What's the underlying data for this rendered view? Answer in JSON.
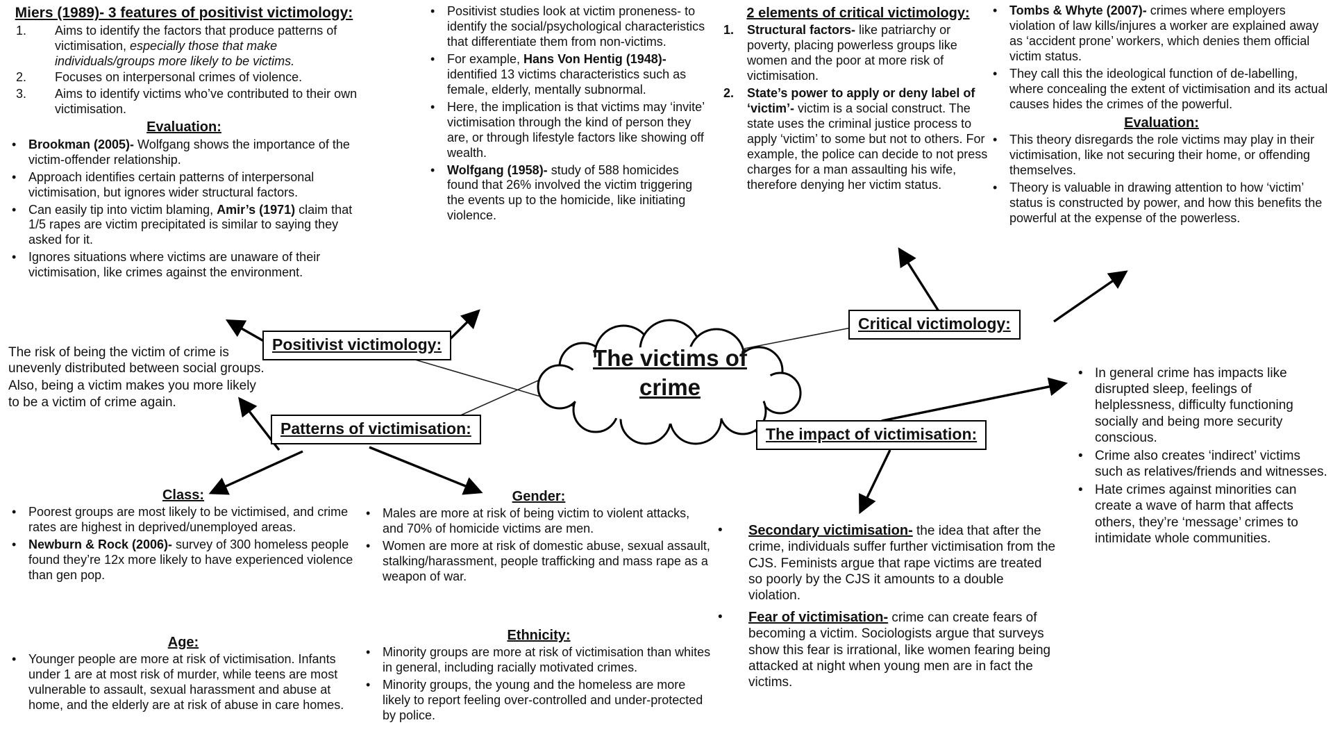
{
  "page": {
    "background": "#ffffff",
    "text_color": "#111111",
    "accent": "#000000"
  },
  "center": {
    "label_line1": "The victims of",
    "label_line2": "crime"
  },
  "nodes": {
    "positivist": {
      "label": "Positivist victimology:"
    },
    "patterns": {
      "label": "Patterns of victimisation:"
    },
    "critical": {
      "label": "Critical victimology:"
    },
    "impact": {
      "label": "The impact of victimisation:"
    }
  },
  "sections": {
    "miers": {
      "title": "Miers (1989)- 3 features of positivist victimology:",
      "items": [
        {
          "pre": "Aims to identify the factors that produce patterns of victimisation, ",
          "italic": "especially those that make individuals/groups more likely to be victims."
        },
        {
          "pre": "Focuses on interpersonal crimes of violence."
        },
        {
          "pre": "Aims to identify victims who’ve contributed to their own victimisation."
        }
      ],
      "evaluation_title": "Evaluation:",
      "evaluation": [
        {
          "bold": "Brookman (2005)-",
          "post": " Wolfgang shows the importance of the victim-offender relationship."
        },
        {
          "pre": "Approach identifies certain patterns of interpersonal victimisation, but ignores wider structural factors."
        },
        {
          "pre": "Can easily tip into victim blaming, ",
          "bold": "Amir’s (1971)",
          "post": " claim that 1/5 rapes are victim precipitated is similar to saying they asked for it."
        },
        {
          "pre": "Ignores situations where victims are unaware of their victimisation, like crimes against the environment."
        }
      ]
    },
    "studies": {
      "items": [
        {
          "pre": "Positivist studies look at victim proneness- to identify the social/psychological characteristics that differentiate them from non-victims."
        },
        {
          "pre": "For example, ",
          "bold": "Hans Von Hentig (1948)-",
          "post": " identified 13 victims characteristics such as female, elderly, mentally subnormal."
        },
        {
          "pre": "Here, the implication is that victims may ‘invite’ victimisation through the kind of person they are, or through lifestyle factors like showing off wealth."
        },
        {
          "bold": "Wolfgang (1958)-",
          "post": " study of 588 homicides found that 26% involved the victim triggering the events up to the homicide, like initiating violence."
        }
      ]
    },
    "critical_elements": {
      "title": "2 elements of critical victimology:",
      "items": [
        {
          "bold": "Structural factors-",
          "post": " like patriarchy or poverty, placing powerless groups like women and the poor at more risk of victimisation."
        },
        {
          "bold": "State’s power to apply or deny label of ‘victim’-",
          "post": " victim is a social construct. The state uses the criminal justice process to apply ‘victim’ to some but not to others. For example, the police can decide to not press charges for a man assaulting his wife, therefore denying her victim status."
        }
      ]
    },
    "tombs": {
      "items": [
        {
          "bold": "Tombs & Whyte (2007)-",
          "post": " crimes where employers violation of law kills/injures a worker are explained away as ‘accident prone’ workers, which denies them official victim status."
        },
        {
          "pre": "They call this the ideological function of de-labelling, where concealing the extent of victimisation and its actual causes hides the crimes of the powerful."
        }
      ],
      "evaluation_title": "Evaluation:",
      "evaluation": [
        {
          "pre": "This theory disregards the role victims may play in their victimisation, like not securing their home, or offending themselves."
        },
        {
          "pre": "Theory is valuable in drawing attention to how ‘victim’ status is constructed by power, and how this benefits the powerful at the expense of the powerless."
        }
      ]
    },
    "risk": {
      "para1": "The risk of being the victim of crime is unevenly distributed between social groups.",
      "para2": "Also, being a victim makes you more likely to be a victim of crime again."
    },
    "class": {
      "title": "Class:",
      "items": [
        {
          "pre": "Poorest groups are most likely to be victimised, and crime rates are highest in deprived/unemployed areas."
        },
        {
          "bold": "Newburn & Rock (2006)-",
          "post": " survey of 300 homeless people found they’re 12x more likely to have experienced violence than gen pop."
        }
      ]
    },
    "age": {
      "title": "Age:",
      "items": [
        {
          "pre": "Younger people are more at risk of victimisation. Infants under 1 are at most risk of murder, while teens are most vulnerable to assault, sexual harassment and abuse at home, and the elderly are at risk of abuse in care homes."
        }
      ]
    },
    "gender": {
      "title": "Gender:",
      "items": [
        {
          "pre": "Males are more at risk of being victim to violent attacks, and 70% of homicide victims are men."
        },
        {
          "pre": "Women are more at risk of domestic abuse, sexual assault, stalking/harassment, people trafficking and mass rape as a weapon of war."
        }
      ]
    },
    "ethnicity": {
      "title": "Ethnicity:",
      "items": [
        {
          "pre": "Minority groups are more at risk of victimisation than whites in general, including racially motivated crimes."
        },
        {
          "pre": "Minority groups, the young and the homeless are more likely to report feeling over-controlled and under-protected by police."
        }
      ]
    },
    "impact_detail": {
      "items": [
        {
          "bold": "Secondary victimisation-",
          "post": " the idea that after the crime, individuals suffer further victimisation from the CJS. Feminists argue that rape victims are treated so poorly by the CJS it amounts to a double violation."
        },
        {
          "bold": "Fear of victimisation-",
          "post": " crime can create fears of becoming a victim. Sociologists argue that surveys show this fear is irrational, like women fearing being attacked at night when young men are in fact the victims."
        }
      ]
    },
    "impact_general": {
      "items": [
        {
          "pre": "In general crime has impacts like disrupted sleep, feelings of helplessness, difficulty functioning socially and being more security conscious."
        },
        {
          "pre": "Crime also creates ‘indirect’ victims such as relatives/friends and witnesses."
        },
        {
          "pre": "Hate crimes against minorities can create a wave of harm that affects others,  they’re ‘message’ crimes to intimidate whole communities."
        }
      ]
    }
  }
}
